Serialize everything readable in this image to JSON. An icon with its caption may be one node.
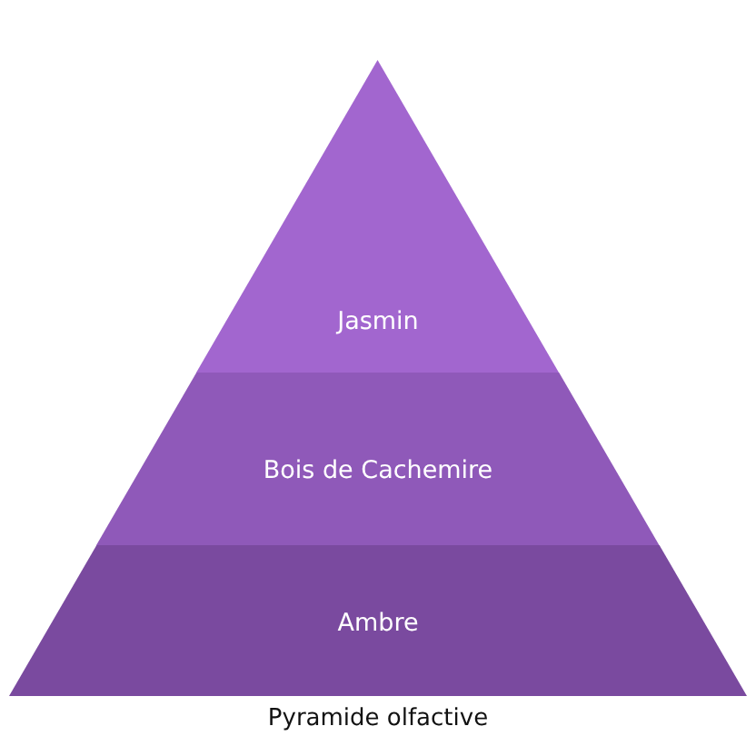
{
  "diagram": {
    "caption": "Pyramide olfactive",
    "nodes": [
      {
        "text": [
          "Jasmin"
        ]
      },
      {
        "text": [
          "Bois de Cachemire"
        ]
      },
      {
        "text": [
          "Ambre"
        ]
      }
    ]
  }
}
